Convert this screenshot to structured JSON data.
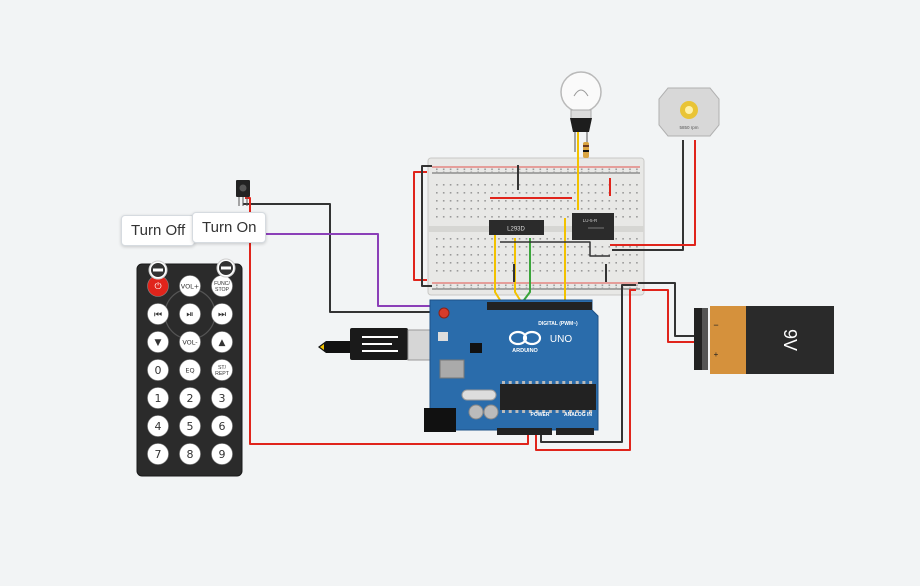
{
  "callouts": {
    "turn_off": "Turn Off",
    "turn_on": "Turn On"
  },
  "remote": {
    "buttons": [
      {
        "label": "⏻",
        "kind": "power"
      },
      {
        "label": "VOL+",
        "kind": "small"
      },
      {
        "label": "FUNC/STOP",
        "kind": "small2",
        "l1": "FUNC/",
        "l2": "STOP"
      },
      {
        "label": "⏮",
        "kind": "glyph"
      },
      {
        "label": "⏯",
        "kind": "glyph"
      },
      {
        "label": "⏭",
        "kind": "glyph"
      },
      {
        "label": "▼",
        "kind": "glyph"
      },
      {
        "label": "VOL-",
        "kind": "small"
      },
      {
        "label": "▲",
        "kind": "glyph"
      },
      {
        "label": "0",
        "kind": "num"
      },
      {
        "label": "EQ",
        "kind": "small"
      },
      {
        "label": "ST/REPT",
        "kind": "small2",
        "l1": "ST/",
        "l2": "REPT"
      },
      {
        "label": "1",
        "kind": "num"
      },
      {
        "label": "2",
        "kind": "num"
      },
      {
        "label": "3",
        "kind": "num"
      },
      {
        "label": "4",
        "kind": "num"
      },
      {
        "label": "5",
        "kind": "num"
      },
      {
        "label": "6",
        "kind": "num"
      },
      {
        "label": "7",
        "kind": "num"
      },
      {
        "label": "8",
        "kind": "num"
      },
      {
        "label": "9",
        "kind": "num"
      }
    ]
  },
  "arduino": {
    "brand": "ARDUINO",
    "model": "UNO",
    "digital": "DIGITAL (PWM~)",
    "power": "POWER",
    "analog": "ANALOG IN"
  },
  "battery": {
    "label": "9V",
    "minus": "−",
    "plus": "+"
  },
  "chips": {
    "driver": "L293D",
    "relay": "LU-5-R"
  },
  "motor": {
    "label": "5850 rpm"
  },
  "colors": {
    "red": "#e0241b",
    "dark": "#333333",
    "purple": "#8b3fb8",
    "green": "#3aa53a",
    "yellow": "#f2c200",
    "board": "#2a6cab"
  }
}
